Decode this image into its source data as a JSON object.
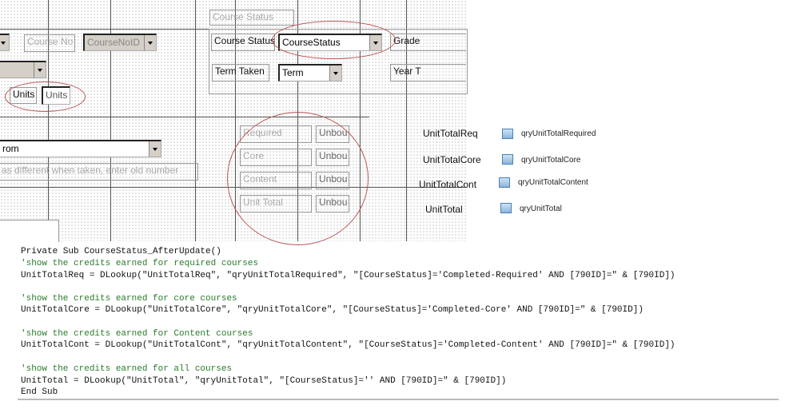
{
  "form": {
    "course_no_label": "Course No",
    "course_no_combo": "CourseNoID",
    "units_label": "Units",
    "units_box": "Units",
    "from_combo": "rom",
    "note_label": "as different when taken, enter old number",
    "course_status_group": "Course Status",
    "course_status_label": "Course Status",
    "course_status_combo": "CourseStatus",
    "grade_label": "Grade",
    "term_taken_label": "Term Taken",
    "term_combo": "Term",
    "year_label": "Year T",
    "totals": [
      {
        "label": "Required",
        "box": "Unbou"
      },
      {
        "label": "Core",
        "box": "Unbou"
      },
      {
        "label": "Content",
        "box": "Unbou"
      },
      {
        "label": "Unit Total",
        "box": "Unbou"
      }
    ]
  },
  "mapping": [
    {
      "field": "UnitTotalReq",
      "query": "qryUnitTotalRequired"
    },
    {
      "field": "UnitTotalCore",
      "query": "qryUnitTotalCore"
    },
    {
      "field": "UnitTotalCont",
      "query": "qryUnitTotalContent"
    },
    {
      "field": "UnitTotal",
      "query": "qryUnitTotal"
    }
  ],
  "code": [
    {
      "text": "Private Sub CourseStatus_AfterUpdate()",
      "comment": false
    },
    {
      "text": "'show the credits earned for required courses",
      "comment": true
    },
    {
      "text": "UnitTotalReq = DLookup(\"UnitTotalReq\", \"qryUnitTotalRequired\", \"[CourseStatus]='Completed-Required' AND [790ID]=\" & [790ID])",
      "comment": false
    },
    {
      "text": "'show the credits earned for core courses",
      "comment": true
    },
    {
      "text": "UnitTotalCore = DLookup(\"UnitTotalCore\", \"qryUnitTotalCore\", \"[CourseStatus]='Completed-Core' AND [790ID]=\" & [790ID])",
      "comment": false
    },
    {
      "text": "'show the credits earned for Content courses",
      "comment": true
    },
    {
      "text": "UnitTotalCont = DLookup(\"UnitTotalCont\", \"qryUnitTotalContent\", \"[CourseStatus]='Completed-Content' AND [790ID]=\" & [790ID])",
      "comment": false
    },
    {
      "text": "'show the credits earned for all courses",
      "comment": true
    },
    {
      "text": "UnitTotal = DLookup(\"UnitTotal\", \"qryUnitTotal\", \"[CourseStatus]='' AND [790ID]=\" & [790ID])",
      "comment": false
    },
    {
      "text": "End Sub",
      "comment": false
    }
  ]
}
